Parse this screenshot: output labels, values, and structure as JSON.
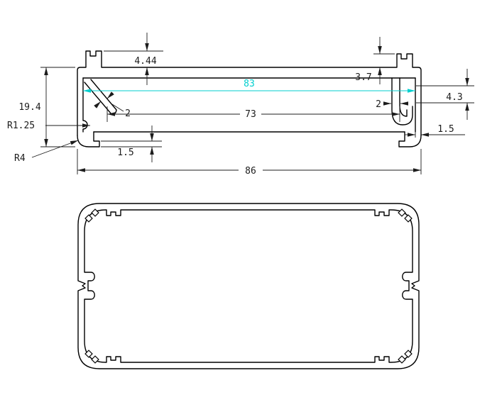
{
  "colors": {
    "line": "#000000",
    "highlight": "#00cfcf",
    "background": "#ffffff"
  },
  "section_view": {
    "dimensions": {
      "groove_depth": "4.44",
      "inner_width": "83",
      "tab_height": "3.7",
      "channel_depth": "4.3",
      "overall_height": "19.4",
      "inner_corner_radius": "R1.25",
      "left_rib_thickness": "2",
      "inner_span": "73",
      "right_rib_thickness": "2",
      "outer_corner_radius": "R4",
      "bottom_lip_thickness": "1.5",
      "side_wall_thickness": "1.5",
      "overall_width": "86"
    }
  }
}
